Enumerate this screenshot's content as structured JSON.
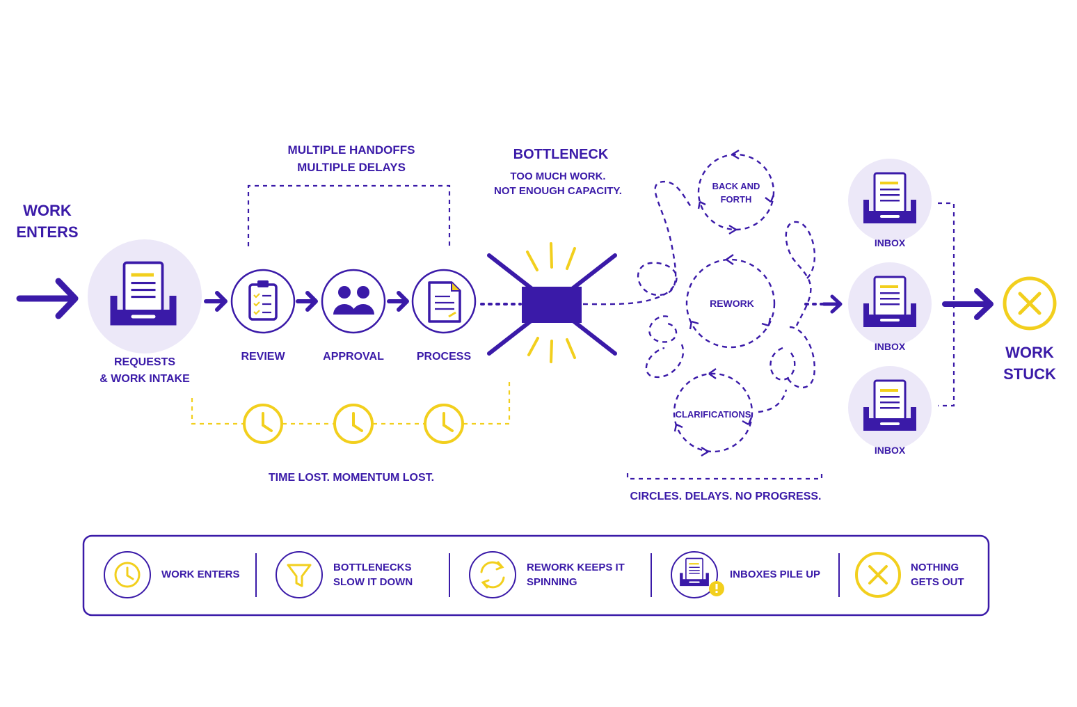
{
  "colors": {
    "primary": "#3a1aa8",
    "accent": "#f2cf1d",
    "halo": "#ece8f8"
  },
  "start": {
    "line1": "WORK",
    "line2": "ENTERS"
  },
  "intake": {
    "line1": "REQUESTS",
    "line2": "& WORK INTAKE",
    "icon": "inbox-tray-icon"
  },
  "steps": [
    {
      "label": "REVIEW",
      "icon": "clipboard-icon"
    },
    {
      "label": "APPROVAL",
      "icon": "people-icon"
    },
    {
      "label": "PROCESS",
      "icon": "document-icon"
    }
  ],
  "handoffs": {
    "line1": "MULTIPLE HANDOFFS",
    "line2": "MULTIPLE DELAYS"
  },
  "bottleneck": {
    "title": "BOTTLENECK",
    "line1": "TOO MUCH WORK.",
    "line2": "NOT ENOUGH CAPACITY."
  },
  "time_lost": "TIME LOST. MOMENTUM LOST.",
  "loops": {
    "back_forth_1": "BACK AND",
    "back_forth_2": "FORTH",
    "rework": "REWORK",
    "clarifications": "CLARIFICATIONS"
  },
  "circles_caption": "CIRCLES. DELAYS. NO PROGRESS.",
  "inboxes": [
    "INBOX",
    "INBOX",
    "INBOX"
  ],
  "end": {
    "line1": "WORK",
    "line2": "STUCK"
  },
  "legend": [
    {
      "line1": "WORK ENTERS",
      "line2": "",
      "icon": "clock-icon"
    },
    {
      "line1": "BOTTLENECKS",
      "line2": "SLOW IT DOWN",
      "icon": "funnel-icon"
    },
    {
      "line1": "REWORK KEEPS IT",
      "line2": "SPINNING",
      "icon": "refresh-icon"
    },
    {
      "line1": "INBOXES PILE UP",
      "line2": "",
      "icon": "inbox-alert-icon"
    },
    {
      "line1": "NOTHING",
      "line2": "GETS OUT",
      "icon": "x-circle-icon"
    }
  ]
}
